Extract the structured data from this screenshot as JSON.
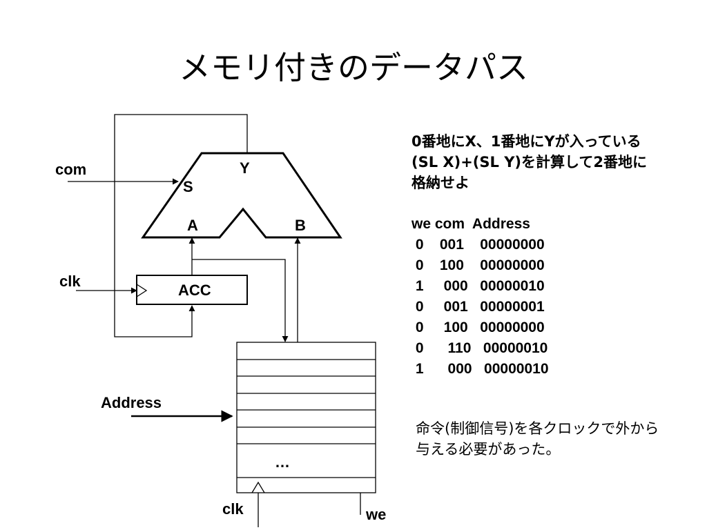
{
  "title": "メモリ付きのデータパス",
  "diagram": {
    "alu_label_y": "Y",
    "alu_label_s": "S",
    "alu_label_a": "A",
    "alu_label_b": "B",
    "acc_label": "ACC",
    "input_com": "com",
    "input_clk_acc": "clk",
    "input_address": "Address",
    "memory_ellipsis": "…",
    "input_clk_mem": "clk",
    "input_we": "we"
  },
  "panel": {
    "description_lines": [
      "0番地にX、1番地にYが入っている",
      "(SL X)+(SL Y)を計算して2番地に",
      "格納せよ"
    ],
    "table_header": "we com  Address",
    "table_rows": [
      " 0    001    00000000",
      " 0    100    00000000",
      " 1     000   00000010",
      " 0     001   00000001",
      " 0     100   00000000",
      " 0      110   00000010",
      " 1      000   00000010"
    ]
  },
  "note_lines": [
    "命令(制御信号)を各クロックで外から",
    "与える必要があった。"
  ]
}
